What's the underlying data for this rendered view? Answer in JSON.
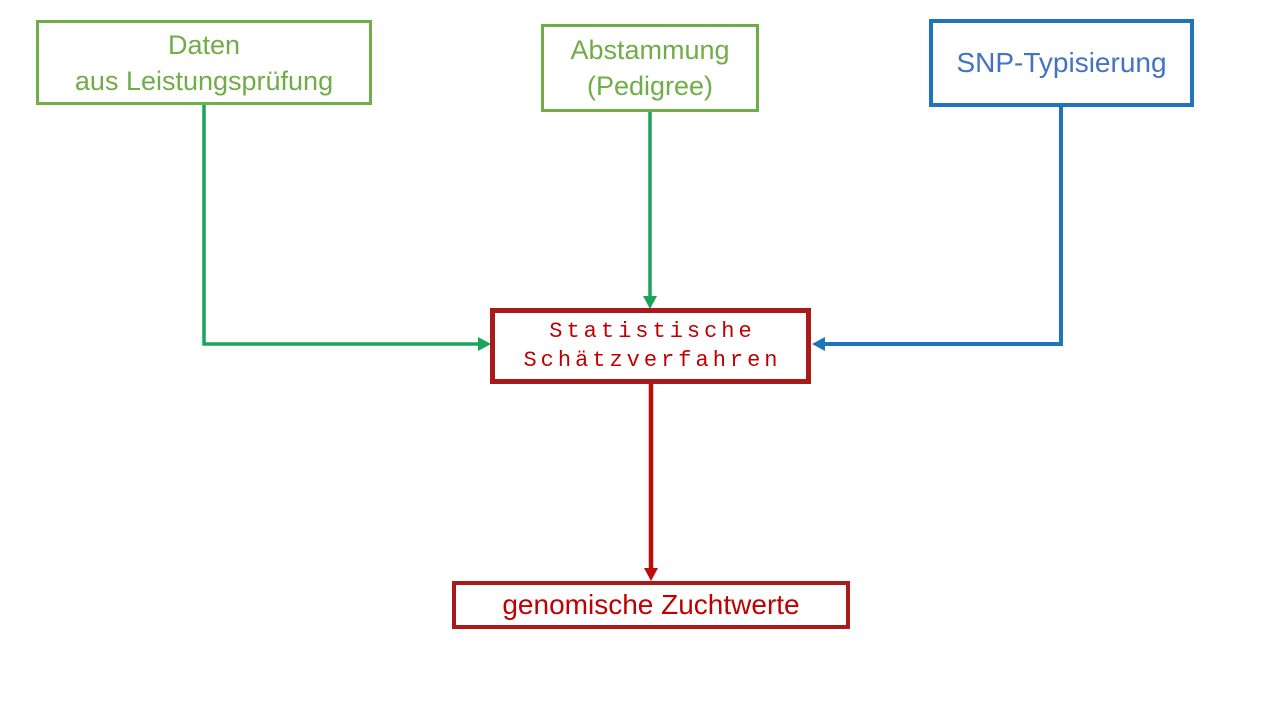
{
  "colors": {
    "green_box": "#70ad47",
    "green_arrow": "#1ba45c",
    "blue_border": "#1f74bc",
    "blue_text": "#4472c4",
    "blue_arrow": "#1f74bc",
    "red_border": "#a91a1a",
    "red_text": "#c00000",
    "red_arrow": "#c00b0b"
  },
  "nodes": {
    "leistungspruefung": {
      "lines": [
        "Daten",
        "aus Leistungsprüfung"
      ]
    },
    "abstammung": {
      "lines": [
        "Abstammung",
        "(Pedigree)"
      ]
    },
    "snp": {
      "label": "SNP-Typisierung"
    },
    "statistik": {
      "lines": [
        "Statistische",
        "Schätzverfahren"
      ]
    },
    "zuchtwerte": {
      "label": "genomische Zuchtwerte"
    }
  },
  "edges": [
    {
      "from": "Daten aus Leistungsprüfung",
      "to": "Statistische Schätzverfahren",
      "color": "#1ba45c"
    },
    {
      "from": "Abstammung (Pedigree)",
      "to": "Statistische Schätzverfahren",
      "color": "#1ba45c"
    },
    {
      "from": "SNP-Typisierung",
      "to": "Statistische Schätzverfahren",
      "color": "#1f74bc"
    },
    {
      "from": "Statistische Schätzverfahren",
      "to": "genomische Zuchtwerte",
      "color": "#c00b0b"
    }
  ]
}
